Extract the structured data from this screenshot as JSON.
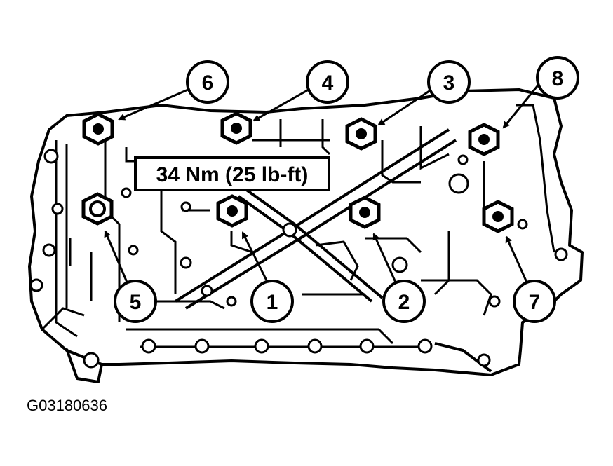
{
  "torque_spec": "34 Nm (25 lb-ft)",
  "figure_code": "G03180636",
  "callouts": [
    "6",
    "4",
    "3",
    "8",
    "5",
    "1",
    "2",
    "7"
  ],
  "colors": {
    "ink": "#000000",
    "paper": "#ffffff"
  }
}
